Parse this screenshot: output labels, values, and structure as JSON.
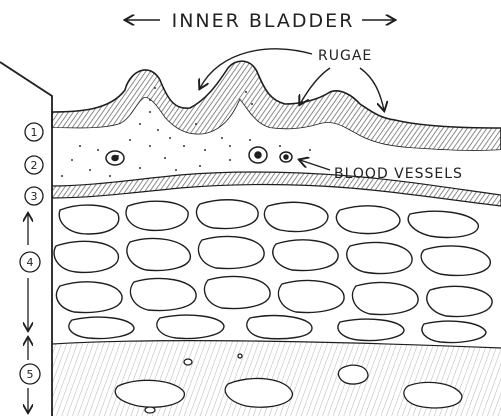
{
  "diagram": {
    "title_label": "INNER BLADDER",
    "rugae_label": "RUGAE",
    "vessels_label": "BLOOD VESSELS",
    "layer_numbers": [
      "1",
      "2",
      "3",
      "4",
      "5"
    ],
    "ink_color": "#1e1e1e",
    "shading_color": "#8a8a8a"
  }
}
